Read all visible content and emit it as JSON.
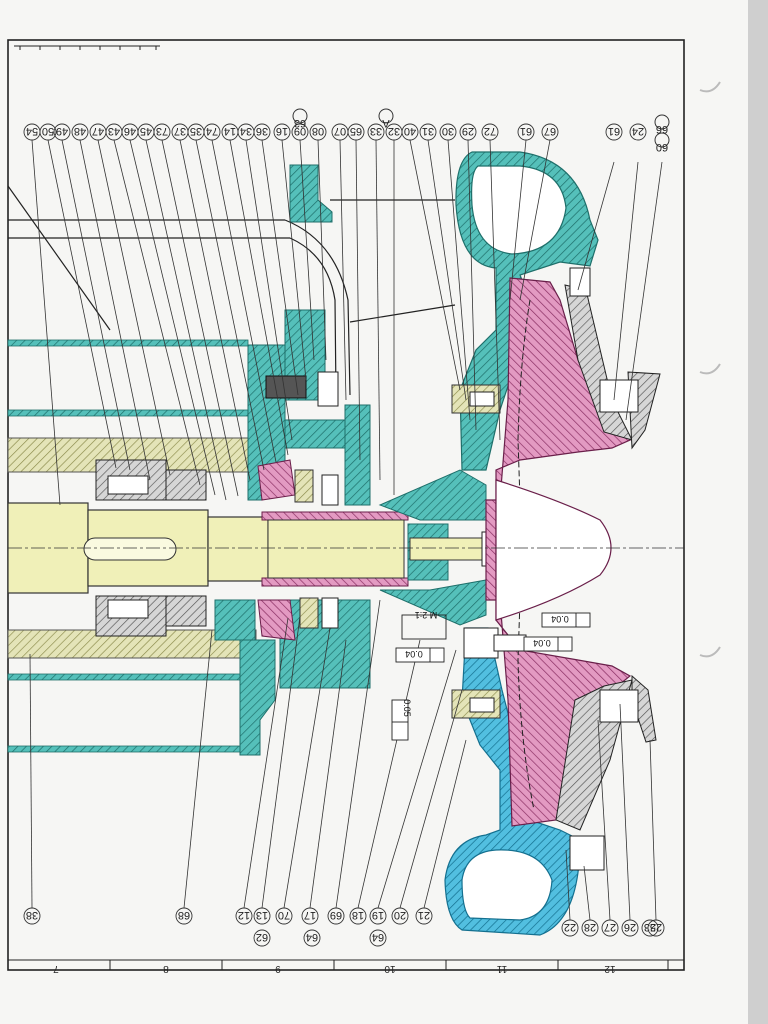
{
  "drawing": {
    "colors": {
      "paper": "#f6f6f4",
      "shaft_yellow": "#f0f0b8",
      "teal_hatch": "#3aa7a3",
      "magenta_hatch": "#c9609a",
      "gray_hatch": "#9a9a9a",
      "olive_hatch": "#c8c890",
      "blue_hatch": "#2fa2c7",
      "line": "#1a1a1a"
    },
    "top_callouts": [
      "54",
      "50",
      "49",
      "48",
      "47",
      "43",
      "46",
      "45",
      "73",
      "37",
      "35",
      "74",
      "14",
      "34",
      "36",
      "16",
      "09",
      "08",
      "07",
      "65",
      "33",
      "32",
      "40",
      "31",
      "30",
      "29",
      "72",
      "61",
      "67",
      "61",
      "24"
    ],
    "top_extra_callouts": [
      "63",
      "A",
      "66",
      "60"
    ],
    "bottom_callouts": [
      "38",
      "68",
      "12",
      "62",
      "13",
      "70",
      "17",
      "64",
      "69",
      "18",
      "19",
      "64",
      "20",
      "21",
      "22",
      "28",
      "27",
      "26",
      "23",
      "25"
    ],
    "tolerance_frames": [
      "0.04",
      "0.04",
      "0.04",
      "0.05"
    ],
    "thread_callout": "M 2:1",
    "scale_numbers": [
      "7",
      "8",
      "9",
      "10",
      "11",
      "12"
    ],
    "corner_note": "..."
  }
}
